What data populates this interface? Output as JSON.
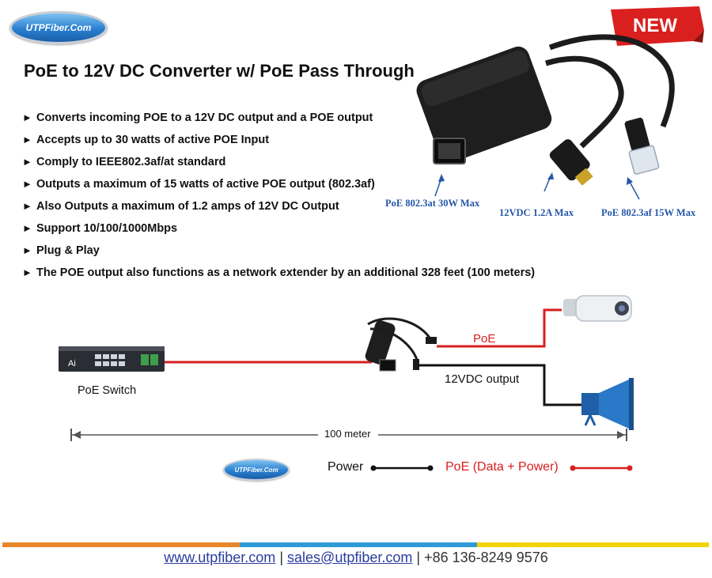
{
  "brand": {
    "logo_text": "UTPFiber.Com"
  },
  "badge": {
    "new_label": "NEW"
  },
  "title": "PoE to 12V DC Converter w/ PoE Pass Through",
  "bullet_marker": "►",
  "bullets": [
    "Converts incoming POE to a 12V DC output and a POE output",
    "Accepts up to 30 watts of active POE Input",
    "Comply to IEEE802.3af/at standard",
    "Outputs a maximum of 15 watts of active POE output (802.3af)",
    "Also Outputs a maximum of 1.2 amps of 12V DC Output",
    "Support 10/100/1000Mbps",
    "Plug & Play",
    "The POE output also functions as a network extender by an additional 328 feet (100 meters)"
  ],
  "product_callouts": {
    "input": "PoE 802.3at 30W Max",
    "dc_output": "12VDC 1.2A Max",
    "poe_output": "PoE 802.3af 15W Max"
  },
  "diagram": {
    "switch_label": "PoE Switch",
    "switch_brand": "Ai",
    "poe_line_label": "PoE",
    "dc_line_label": "12VDC output",
    "distance_label": "100 meter",
    "legend_power": "Power",
    "legend_poe": "PoE (Data + Power)"
  },
  "colors": {
    "poe_line": "#d6201f",
    "power_line": "#111111",
    "title_text": "#111111",
    "callout_text": "#2556a8",
    "new_badge": "#d9201e"
  },
  "footer": {
    "website": "www.utpfiber.com",
    "email": "sales@utpfiber.com",
    "phone": "+86 136-8249 9576",
    "separator": "|"
  }
}
